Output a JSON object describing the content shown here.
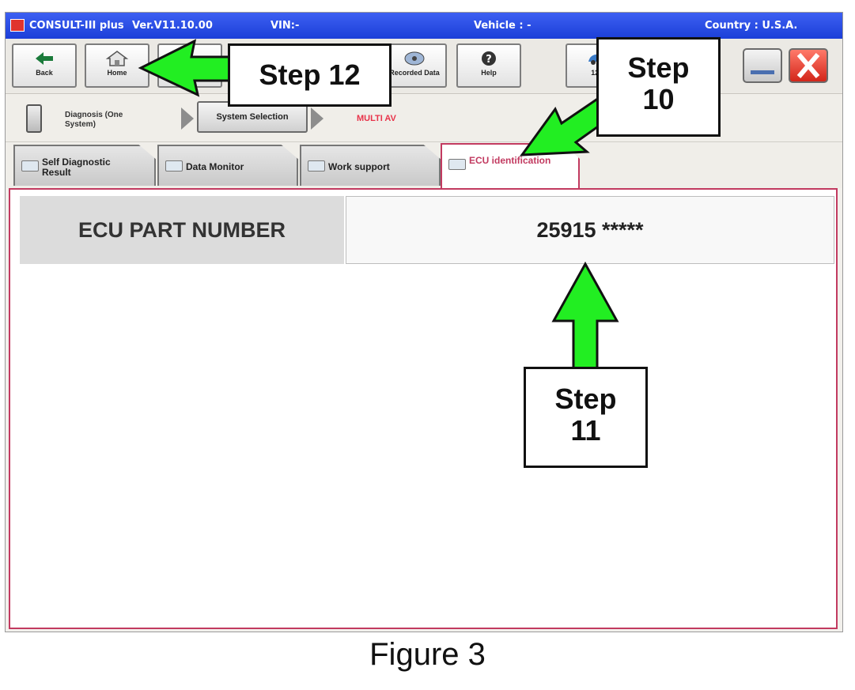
{
  "titlebar": {
    "app": "CONSULT-III plus",
    "version": "Ver.V11.10.00",
    "vin": "VIN:-",
    "vehicle": "Vehicle : -",
    "country": "Country : U.S.A."
  },
  "toolbar": {
    "back_label": "Back",
    "home_label": "Home",
    "recorded_label": "Recorded Data",
    "help_label": "Help",
    "voltage": "12.1"
  },
  "breadcrumb": {
    "level1": "Diagnosis (One System)",
    "level2": "System Selection",
    "level3": "MULTI AV"
  },
  "tabs": [
    {
      "label": "Self Diagnostic Result"
    },
    {
      "label": "Data Monitor"
    },
    {
      "label": "Work support"
    },
    {
      "label": "ECU identification"
    }
  ],
  "ecu": {
    "label": "ECU PART NUMBER",
    "value": "25915 *****"
  },
  "callouts": {
    "step12": "Step 12",
    "step10_a": "Step",
    "step10_b": "10",
    "step11_a": "Step",
    "step11_b": "11"
  },
  "caption": "Figure 3",
  "colors": {
    "titlebar": "#2a4ae0",
    "active_tab": "#c23a60",
    "arrow": "#22ee22"
  }
}
